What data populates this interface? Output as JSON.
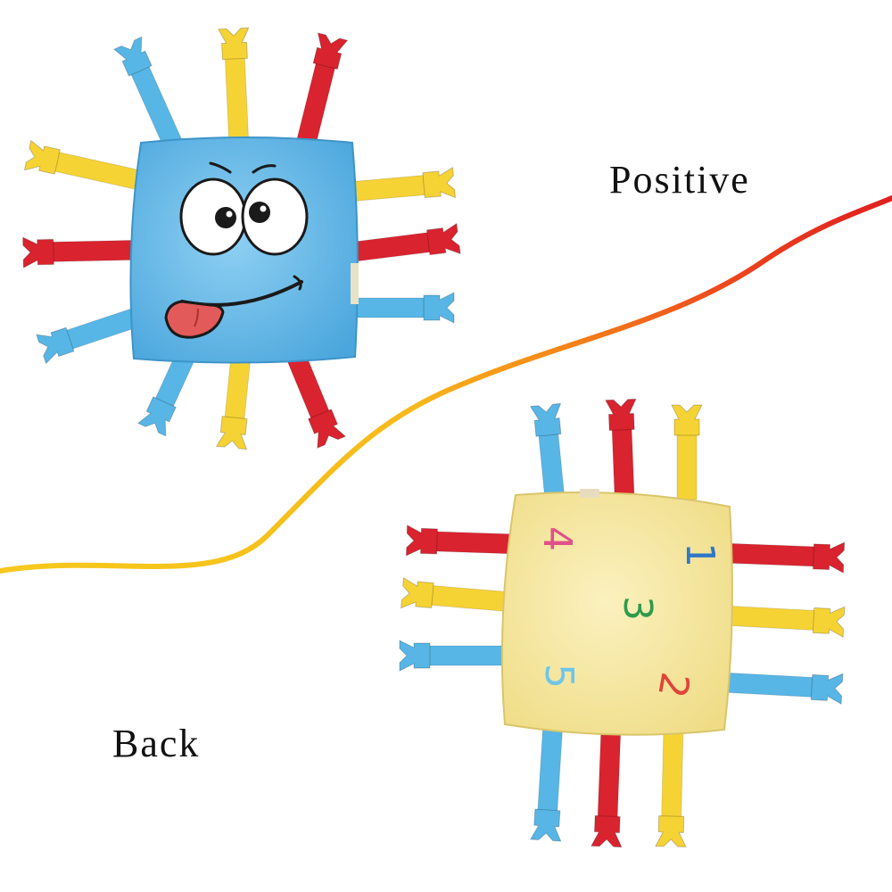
{
  "captions": {
    "positive": "Positive",
    "back": "Back"
  },
  "colors": {
    "blue": "#57b6e6",
    "yellow": "#f6d335",
    "red": "#d9232f",
    "front_pillow": "#6fc0ec",
    "back_pillow": "#f7eaa4",
    "tongue": "#e35a5a",
    "digit_1": "#2f78c8",
    "digit_2": "#e0433a",
    "digit_3": "#2f9a4c",
    "digit_4": "#e0508a",
    "digit_5": "#6ec6ea"
  },
  "back_digits": [
    "1",
    "2",
    "3",
    "4",
    "5"
  ]
}
